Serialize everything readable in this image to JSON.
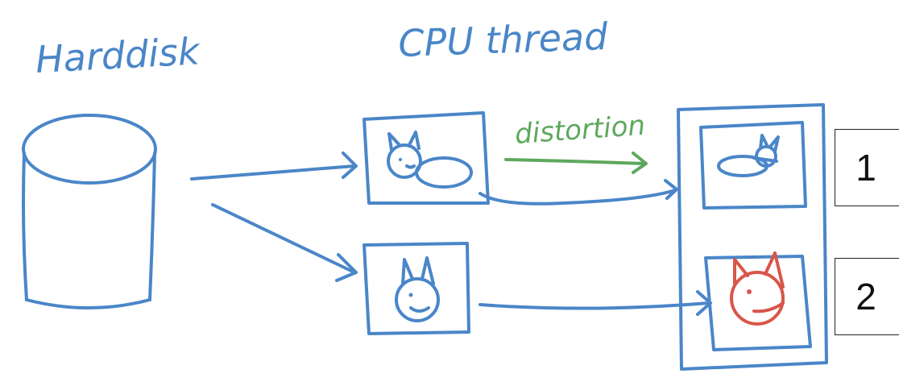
{
  "diagram": {
    "labels": {
      "harddisk": "Harddisk",
      "cpu_thread": "CPU thread",
      "distortion": "distortion"
    },
    "queue_slots": [
      {
        "index": "1"
      },
      {
        "index": "2"
      }
    ],
    "colors": {
      "ink_blue": "#4a86c8",
      "ink_green": "#5ea85e",
      "ink_red": "#d9554a",
      "box_border": "#222222"
    }
  }
}
